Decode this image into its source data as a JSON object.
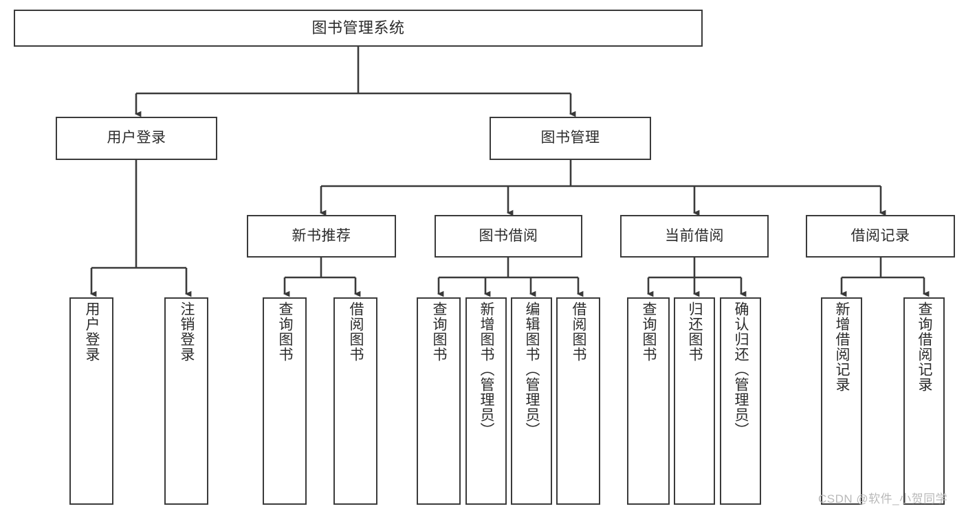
{
  "diagram": {
    "type": "tree",
    "title": "图书管理系统",
    "orientation": "top-down",
    "colors": {
      "stroke": "#3a3a3a",
      "text": "#2b2b2b",
      "background": "#ffffff",
      "watermark": "#b9b9b9"
    },
    "nodes": {
      "root": {
        "label": "图书管理系统"
      },
      "level2": [
        {
          "label": "用户登录"
        },
        {
          "label": "图书管理"
        }
      ],
      "level3": [
        {
          "label": "新书推荐"
        },
        {
          "label": "图书借阅"
        },
        {
          "label": "当前借阅"
        },
        {
          "label": "借阅记录"
        }
      ],
      "leaves_user_login": [
        {
          "label": "用户登录"
        },
        {
          "label": "注销登录"
        }
      ],
      "leaves_new_book": [
        {
          "label": "查询图书"
        },
        {
          "label": "借阅图书"
        }
      ],
      "leaves_borrow": [
        {
          "label": "查询图书"
        },
        {
          "label": "新增图书（管理员）"
        },
        {
          "label": "编辑图书（管理员）"
        },
        {
          "label": "借阅图书"
        }
      ],
      "leaves_current": [
        {
          "label": "查询图书"
        },
        {
          "label": "归还图书"
        },
        {
          "label": "确认归还（管理员）"
        }
      ],
      "leaves_records": [
        {
          "label": "新增借阅记录"
        },
        {
          "label": "查询借阅记录"
        }
      ]
    },
    "edges": [
      {
        "from": "图书管理系统",
        "to": "用户登录"
      },
      {
        "from": "图书管理系统",
        "to": "图书管理"
      },
      {
        "from": "用户登录",
        "to": "用户登录"
      },
      {
        "from": "用户登录",
        "to": "注销登录"
      },
      {
        "from": "图书管理",
        "to": "新书推荐"
      },
      {
        "from": "图书管理",
        "to": "图书借阅"
      },
      {
        "from": "图书管理",
        "to": "当前借阅"
      },
      {
        "from": "图书管理",
        "to": "借阅记录"
      },
      {
        "from": "新书推荐",
        "to": "查询图书"
      },
      {
        "from": "新书推荐",
        "to": "借阅图书"
      },
      {
        "from": "图书借阅",
        "to": "查询图书"
      },
      {
        "from": "图书借阅",
        "to": "新增图书（管理员）"
      },
      {
        "from": "图书借阅",
        "to": "编辑图书（管理员）"
      },
      {
        "from": "图书借阅",
        "to": "借阅图书"
      },
      {
        "from": "当前借阅",
        "to": "查询图书"
      },
      {
        "from": "当前借阅",
        "to": "归还图书"
      },
      {
        "from": "当前借阅",
        "to": "确认归还（管理员）"
      },
      {
        "from": "借阅记录",
        "to": "新增借阅记录"
      },
      {
        "from": "借阅记录",
        "to": "查询借阅记录"
      }
    ]
  },
  "watermark": {
    "text": "CSDN @软件_小贺同学"
  }
}
